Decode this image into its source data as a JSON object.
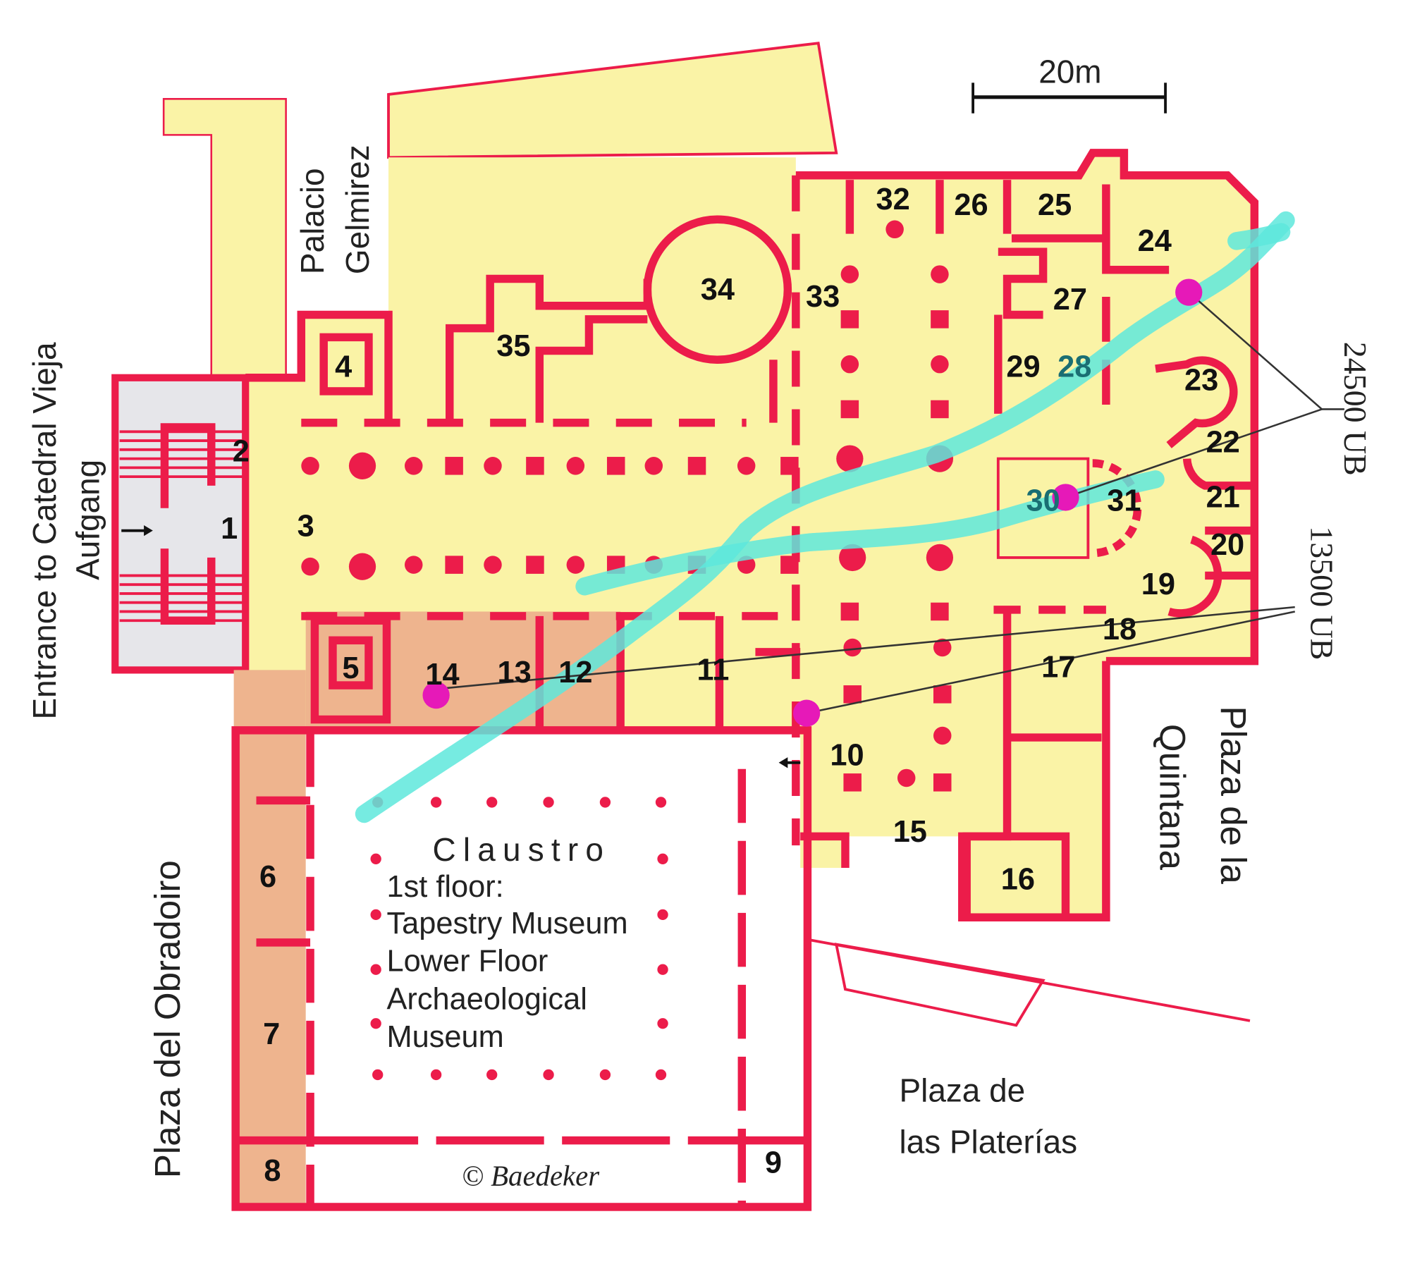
{
  "map": {
    "title_places": {
      "entrance": "Entrance to Catedral Vieja",
      "aufgang": "Aufgang",
      "palacio_line1": "Palacio",
      "palacio_line2": "Gelmirez",
      "obradoiro": "Plaza del Obradoiro",
      "quintana_line1": "Plaza de la",
      "quintana_line2": "Quintana",
      "platerias_line1": "Plaza de",
      "platerias_line2": "las Platerías"
    },
    "scale": {
      "label": "20m"
    },
    "cloister": {
      "title": "Claustro",
      "lines": [
        "1st floor:",
        "Tapestry Museum",
        "Lower Floor",
        "Archaeological",
        "Museum"
      ]
    },
    "annotations": {
      "upper": "24500 UB",
      "lower": "13500 UB"
    },
    "copyright": "© Baedeker",
    "rooms": [
      "1",
      "2",
      "3",
      "4",
      "5",
      "6",
      "7",
      "8",
      "9",
      "10",
      "11",
      "12",
      "13",
      "14",
      "15",
      "16",
      "17",
      "18",
      "19",
      "20",
      "21",
      "22",
      "23",
      "24",
      "25",
      "26",
      "27",
      "28",
      "29",
      "30",
      "31",
      "32",
      "33",
      "34",
      "35"
    ],
    "colors": {
      "wall": "#ec1c4a",
      "building": "#faf3a6",
      "cloister": "#eeb48e",
      "stairs": "#e6e6ea",
      "route": "#5ee8dc",
      "marker": "#e619b8"
    }
  }
}
